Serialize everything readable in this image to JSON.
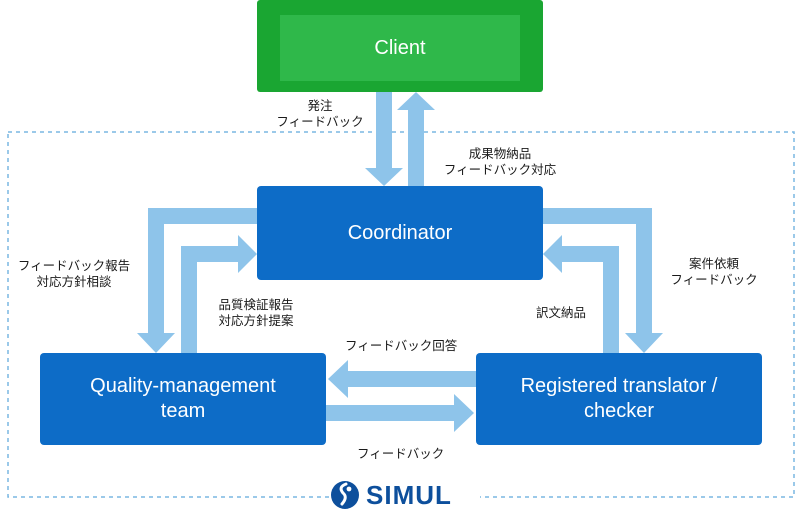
{
  "colors": {
    "client_outer": "#1aa632",
    "client_inner": "#2fb84a",
    "box_blue": "#0d6cc7",
    "arrow": "#8ec4ea",
    "dashed_border": "#7ab7e2",
    "logo": "#0d4f9c"
  },
  "nodes": {
    "client": "Client",
    "coordinator": "Coordinator",
    "quality_team": {
      "line1": "Quality-management",
      "line2": "team"
    },
    "translator": {
      "line1": "Registered translator /",
      "line2": "checker"
    }
  },
  "edges": {
    "client_to_coordinator": {
      "line1": "発注",
      "line2": "フィードバック"
    },
    "coordinator_to_client": {
      "line1": "成果物納品",
      "line2": "フィードバック対応"
    },
    "coordinator_to_quality": {
      "line1": "フィードバック報告",
      "line2": "対応方針相談"
    },
    "quality_to_coordinator": {
      "line1": "品質検証報告",
      "line2": "対応方針提案"
    },
    "coordinator_to_translator": {
      "line1": "案件依頼",
      "line2": "フィードバック"
    },
    "translator_to_coordinator": "訳文納品",
    "translator_to_quality": "フィードバック回答",
    "quality_to_translator": "フィードバック"
  },
  "logo": {
    "text": "SIMUL",
    "icon": "simul-logo-icon"
  }
}
